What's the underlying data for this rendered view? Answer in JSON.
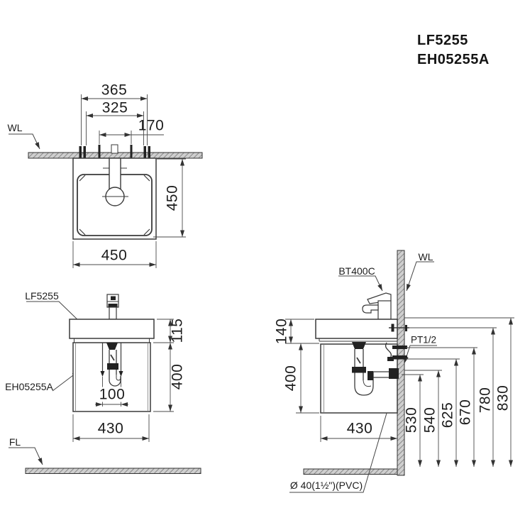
{
  "colors": {
    "line": "#3a3a3a",
    "dim_line": "#4a4a4a",
    "dark_fill": "#222222",
    "hatch_bg": "#cfcfcf",
    "hatch_stroke": "#8a8a8a",
    "text": "#1c1c1c",
    "background": "#ffffff"
  },
  "title_block": {
    "model_1": "LF5255",
    "model_2": "EH05255A"
  },
  "top_view": {
    "wall_label": "WL",
    "dim_mount_span": "365",
    "dim_inner_span": "325",
    "dim_faucet_span": "170",
    "dim_depth": "450",
    "dim_width": "450"
  },
  "front_view": {
    "basin_label": "LF5255",
    "cabinet_label": "EH05255A",
    "floor_label": "FL",
    "dim_basin_height": "115",
    "dim_cabinet_height": "400",
    "dim_drain_offset": "100",
    "dim_cabinet_width": "430"
  },
  "side_view": {
    "faucet_label": "BT400C",
    "wall_label": "WL",
    "supply_label": "PT1/2",
    "drain_note": "Ø 40(1½\")(PVC)",
    "dim_basin_height": "140",
    "dim_cabinet_height": "400",
    "dim_cabinet_depth": "430",
    "dim_drain_height": "530",
    "dim_drain_top_height": "540",
    "dim_supply_low_height": "625",
    "dim_supply_high_height": "670",
    "dim_bolt_height": "780",
    "dim_rim_height": "830"
  }
}
